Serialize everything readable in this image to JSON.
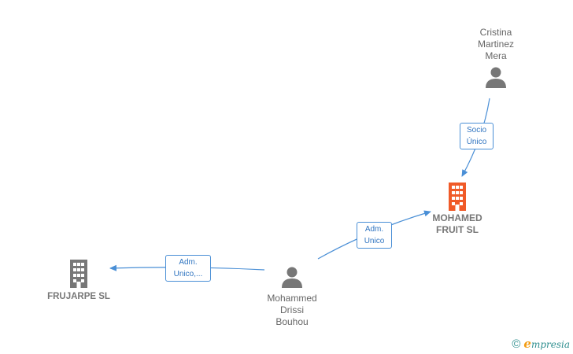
{
  "colors": {
    "edge": "#4a8fd6",
    "person_icon": "#777777",
    "company_icon": "#777777",
    "main_company_icon": "#f05a28",
    "footer": "#2f8f8f"
  },
  "nodes": {
    "cristina": {
      "label": "Cristina\nMartinez\nMera",
      "icon": "person-icon"
    },
    "mohamed_fruit": {
      "label": "MOHAMED\nFRUIT  SL",
      "icon": "building-icon"
    },
    "frujarpe": {
      "label": "FRUJARPE  SL",
      "icon": "building-icon"
    },
    "mohammed": {
      "label": "Mohammed\nDrissi\nBouhou",
      "icon": "person-icon"
    }
  },
  "edges": {
    "socio": {
      "label": "Socio\nÚnico"
    },
    "adm_fruit": {
      "label": "Adm.\nUnico"
    },
    "adm_frujarpe": {
      "label": "Adm.\nUnico,..."
    }
  },
  "footer": {
    "copyright": "©",
    "brand_initial": "e",
    "brand_rest": "mpresia"
  }
}
